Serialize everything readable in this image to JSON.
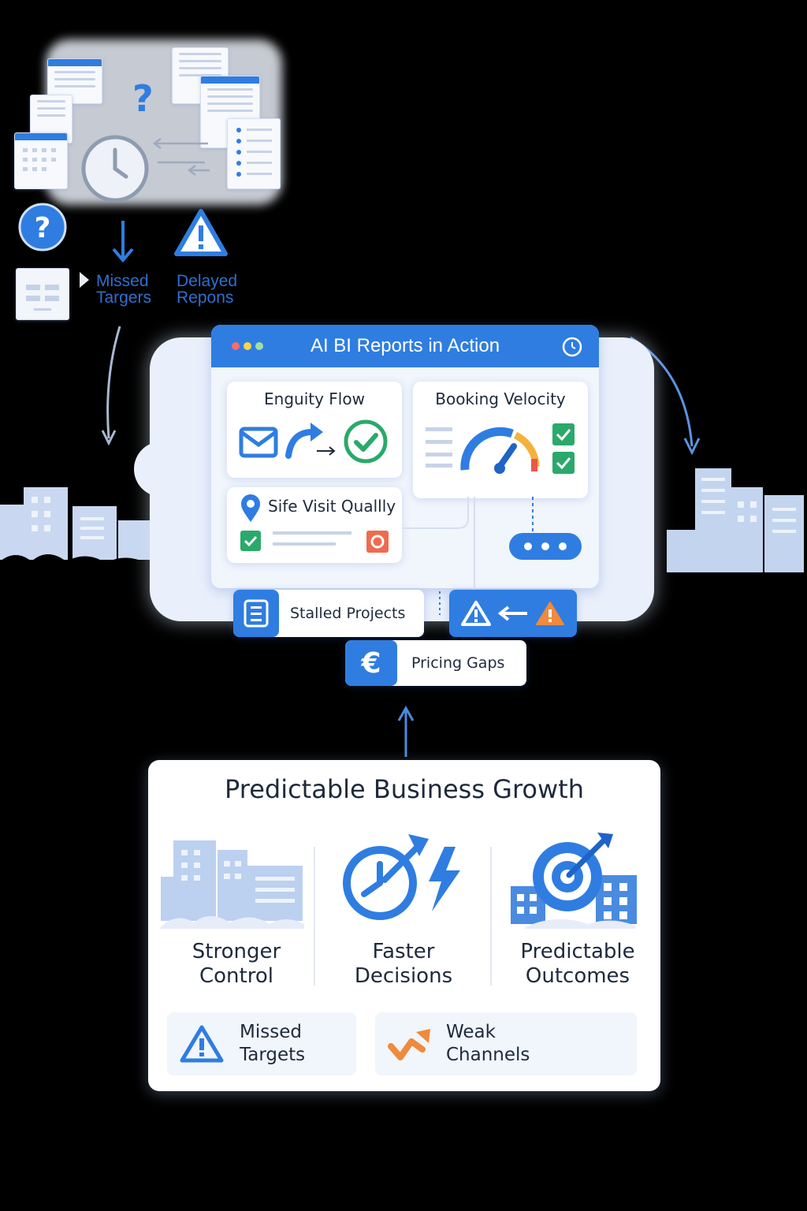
{
  "colors": {
    "accent": "#2f7de1",
    "accent_dark": "#1f63c7",
    "green": "#2aa96b",
    "orange": "#f08a3c",
    "background": "#000000"
  },
  "legacy": {
    "missed_label_1": "Missed",
    "missed_label_2": "Targers",
    "delayed_label_1": "Delayed",
    "delayed_label_2": "Repons"
  },
  "dashboard": {
    "title": "AI BI Reports in Action",
    "cards": {
      "enquiry": "Enguity Flow",
      "booking": "Booking Velocity",
      "site_visit": "Sife Visit Quallly"
    },
    "stalled": "Stalled Projects",
    "pricing": "Pricing Gaps"
  },
  "growth": {
    "title": "Predictable Business Growth",
    "columns": [
      {
        "line1": "Stronger",
        "line2": "Control",
        "icon": "buildings-icon"
      },
      {
        "line1": "Faster",
        "line2": "Decisions",
        "icon": "clock-lightning-icon"
      },
      {
        "line1": "Predictable",
        "line2": "Outcomes",
        "icon": "target-icon"
      }
    ],
    "alerts": [
      {
        "line1": "Missed",
        "line2": "Targets",
        "icon": "warning-icon"
      },
      {
        "line1": "Weak",
        "line2": "Channels",
        "icon": "trend-down-icon"
      }
    ]
  }
}
